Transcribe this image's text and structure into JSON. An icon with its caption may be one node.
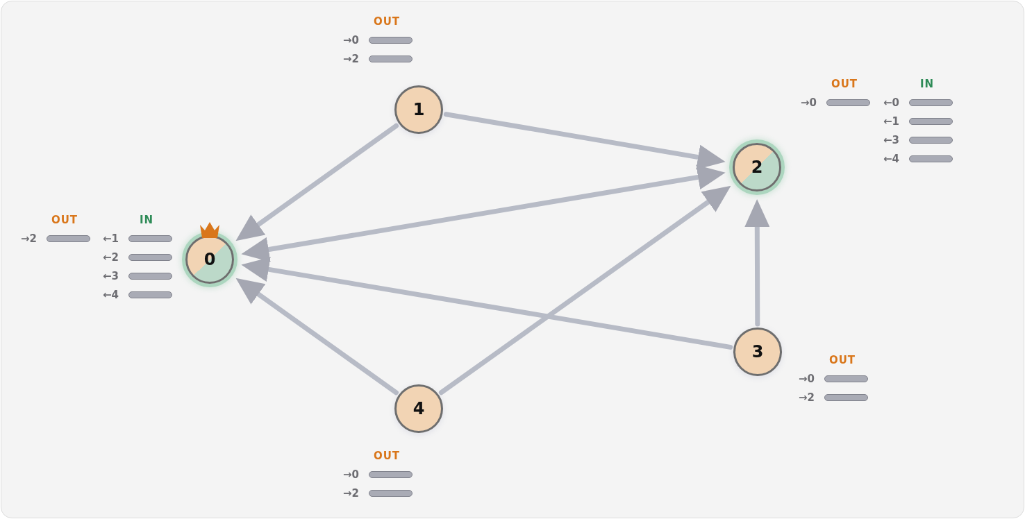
{
  "diagram": {
    "nodes": [
      {
        "text": [
          "0"
        ],
        "beside": [
          "OUT",
          "→2",
          "IN",
          "←1",
          "←2",
          "←3",
          "←4"
        ]
      },
      {
        "text": [
          "1"
        ],
        "beside": [
          "OUT",
          "→0",
          "→2"
        ]
      },
      {
        "text": [
          "2"
        ],
        "beside": [
          "OUT",
          "→0",
          "IN",
          "←0",
          "←1",
          "←3",
          "←4"
        ]
      },
      {
        "text": [
          "3"
        ],
        "beside": [
          "OUT",
          "→0",
          "→2"
        ]
      },
      {
        "text": [
          "4"
        ],
        "beside": [
          "OUT",
          "→0",
          "→2"
        ]
      }
    ],
    "edges": [
      {
        "from": 1,
        "to": 0,
        "arrow": "to"
      },
      {
        "from": 1,
        "to": 2,
        "arrow": "to"
      },
      {
        "from": 0,
        "to": 2,
        "arrow": "both"
      },
      {
        "from": 3,
        "to": 0,
        "arrow": "to"
      },
      {
        "from": 3,
        "to": 2,
        "arrow": "to"
      },
      {
        "from": 4,
        "to": 0,
        "arrow": "to"
      },
      {
        "from": 4,
        "to": 2,
        "arrow": "to"
      }
    ]
  }
}
